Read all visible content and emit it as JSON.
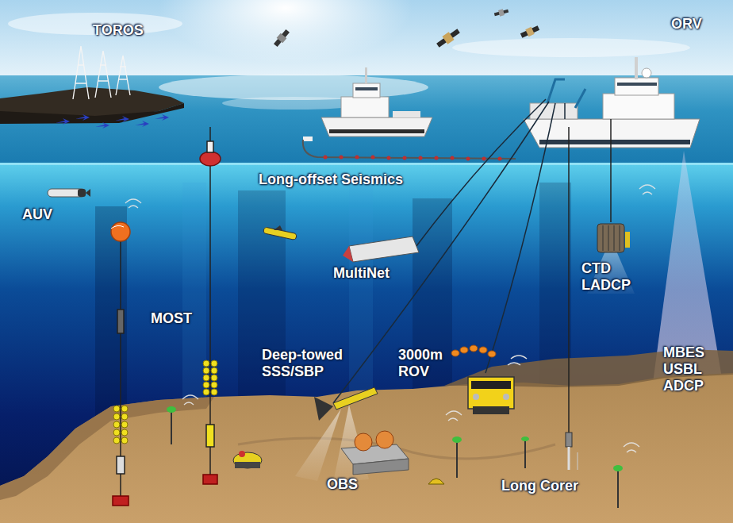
{
  "diagram": {
    "labels": [
      "TOROS",
      "ORV",
      "Long-offset Seismics",
      "AUV",
      "MultiNet",
      "CTD LADCP",
      "MOST",
      "Deep-towed SSS/SBP",
      "3000m ROV",
      "MBES USBL ADCP",
      "OBS",
      "Long Corer"
    ]
  }
}
